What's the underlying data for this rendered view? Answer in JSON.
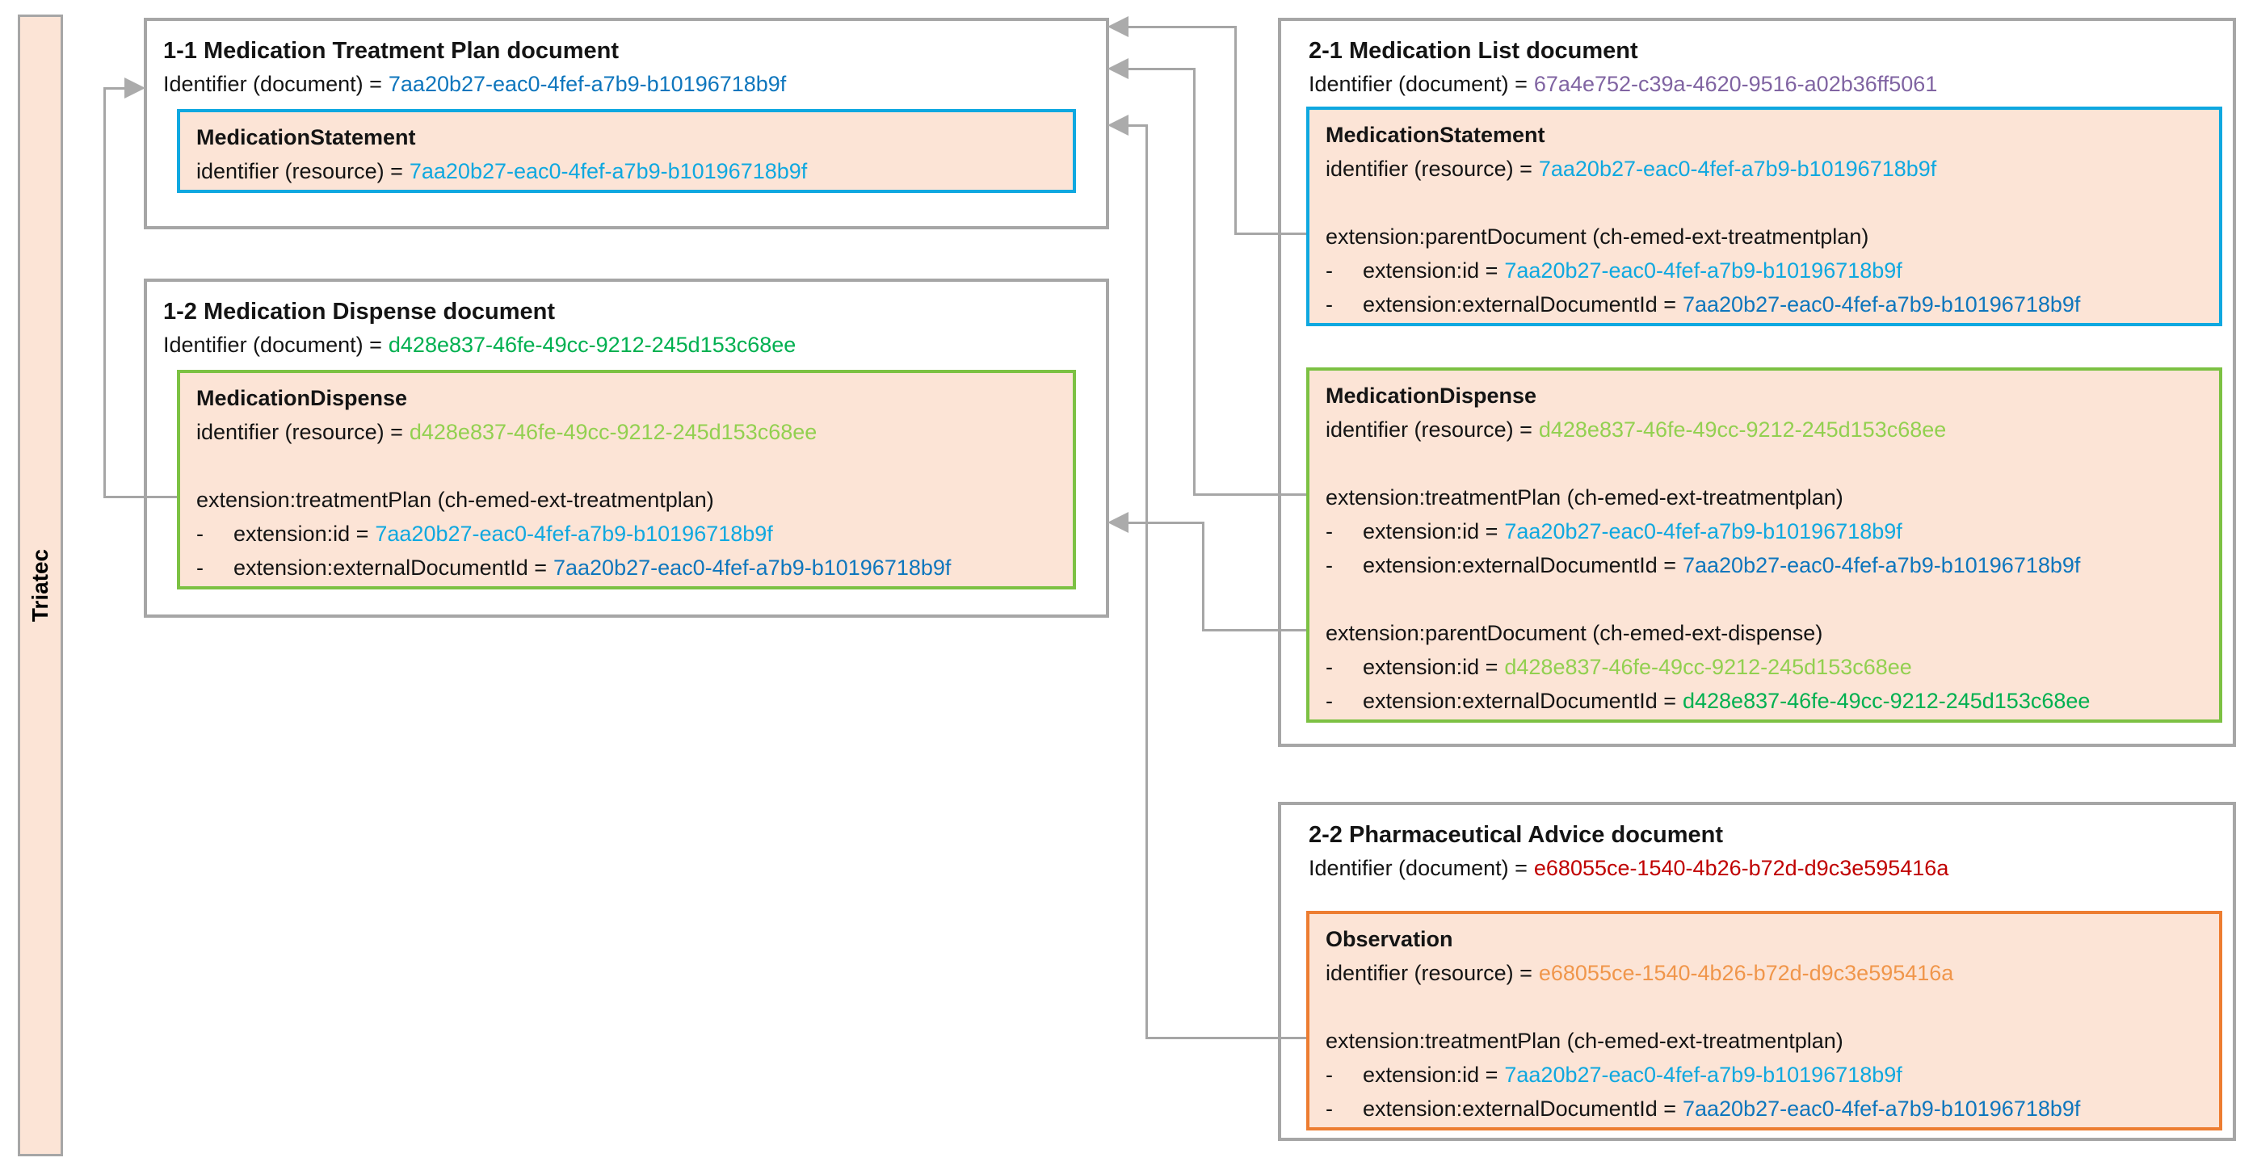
{
  "lane": {
    "label": "Triatec"
  },
  "colors": {
    "lane_fill": "#FCE4D6",
    "resource_fill": "#FCE4D6",
    "box_border_gray": "#A6A6A6",
    "connector_gray": "#ABABAB",
    "blue_border": "#0FA8E0",
    "green_border": "#7CC143",
    "orange_border": "#ED7D31",
    "id_dark_blue": "#0E76BD",
    "id_light_blue": "#0FA8E0",
    "id_dark_green": "#00B050",
    "id_light_green": "#92D050",
    "id_purple": "#8064A2",
    "id_red": "#C00000",
    "id_orange": "#F0964B"
  },
  "boxes": [
    {
      "title": "1-1 Medication Treatment Plan document",
      "identifier_label": "Identifier (document) =",
      "identifier_value": "7aa20b27-eac0-4fef-a7b9-b10196718b9f",
      "resources": [
        {
          "name": "MedicationStatement",
          "rows": [
            {
              "type": "kv",
              "label": "identifier (resource) =",
              "value": "7aa20b27-eac0-4fef-a7b9-b10196718b9f",
              "color": "light_blue"
            }
          ]
        }
      ]
    },
    {
      "title": "1-2 Medication Dispense document",
      "identifier_label": "Identifier (document) =",
      "identifier_value": "d428e837-46fe-49cc-9212-245d153c68ee",
      "resources": [
        {
          "name": "MedicationDispense",
          "rows": [
            {
              "type": "kv",
              "label": "identifier (resource) =",
              "value": "d428e837-46fe-49cc-9212-245d153c68ee",
              "color": "light_green"
            },
            {
              "type": "blank"
            },
            {
              "type": "plain",
              "text": "extension:treatmentPlan (ch-emed-ext-treatmentplan)"
            },
            {
              "type": "kv-dash",
              "bullet": "-",
              "label": "extension:id =",
              "value": "7aa20b27-eac0-4fef-a7b9-b10196718b9f",
              "color": "light_blue"
            },
            {
              "type": "kv-dash",
              "bullet": "-",
              "label": "extension:externalDocumentId =",
              "value": "7aa20b27-eac0-4fef-a7b9-b10196718b9f",
              "color": "dark_blue"
            }
          ]
        }
      ]
    },
    {
      "title": "2-1 Medication List document",
      "identifier_label": "Identifier (document) =",
      "identifier_value": "67a4e752-c39a-4620-9516-a02b36ff5061",
      "resources": [
        {
          "name": "MedicationStatement",
          "rows": [
            {
              "type": "kv",
              "label": "identifier (resource) =",
              "value": "7aa20b27-eac0-4fef-a7b9-b10196718b9f",
              "color": "light_blue"
            },
            {
              "type": "blank"
            },
            {
              "type": "plain",
              "text": "extension:parentDocument (ch-emed-ext-treatmentplan)"
            },
            {
              "type": "kv-dash",
              "bullet": "-",
              "label": "extension:id =",
              "value": "7aa20b27-eac0-4fef-a7b9-b10196718b9f",
              "color": "light_blue"
            },
            {
              "type": "kv-dash",
              "bullet": "-",
              "label": "extension:externalDocumentId =",
              "value": "7aa20b27-eac0-4fef-a7b9-b10196718b9f",
              "color": "dark_blue"
            }
          ]
        },
        {
          "name": "MedicationDispense",
          "rows": [
            {
              "type": "kv",
              "label": "identifier (resource) =",
              "value": "d428e837-46fe-49cc-9212-245d153c68ee",
              "color": "light_green"
            },
            {
              "type": "blank"
            },
            {
              "type": "plain",
              "text": "extension:treatmentPlan (ch-emed-ext-treatmentplan)"
            },
            {
              "type": "kv-dash",
              "bullet": "-",
              "label": "extension:id =",
              "value": "7aa20b27-eac0-4fef-a7b9-b10196718b9f",
              "color": "light_blue"
            },
            {
              "type": "kv-dash",
              "bullet": "-",
              "label": "extension:externalDocumentId =",
              "value": "7aa20b27-eac0-4fef-a7b9-b10196718b9f",
              "color": "dark_blue"
            },
            {
              "type": "blank"
            },
            {
              "type": "plain",
              "text": "extension:parentDocument (ch-emed-ext-dispense)"
            },
            {
              "type": "kv-dash",
              "bullet": "-",
              "label": "extension:id =",
              "value": "d428e837-46fe-49cc-9212-245d153c68ee",
              "color": "light_green"
            },
            {
              "type": "kv-dash",
              "bullet": "-",
              "label": "extension:externalDocumentId =",
              "value": "d428e837-46fe-49cc-9212-245d153c68ee",
              "color": "dark_green"
            }
          ]
        }
      ]
    },
    {
      "title": "2-2 Pharmaceutical Advice document",
      "identifier_label": "Identifier (document) =",
      "identifier_value": "e68055ce-1540-4b26-b72d-d9c3e595416a",
      "resources": [
        {
          "name": "Observation",
          "rows": [
            {
              "type": "kv",
              "label": "identifier (resource) =",
              "value": "e68055ce-1540-4b26-b72d-d9c3e595416a",
              "color": "orange"
            },
            {
              "type": "blank"
            },
            {
              "type": "plain",
              "text": "extension:treatmentPlan (ch-emed-ext-treatmentplan)"
            },
            {
              "type": "kv-dash",
              "bullet": "-",
              "label": "extension:id =",
              "value": "7aa20b27-eac0-4fef-a7b9-b10196718b9f",
              "color": "light_blue"
            },
            {
              "type": "kv-dash",
              "bullet": "-",
              "label": "extension:externalDocumentId =",
              "value": "7aa20b27-eac0-4fef-a7b9-b10196718b9f",
              "color": "dark_blue"
            }
          ]
        }
      ]
    }
  ]
}
